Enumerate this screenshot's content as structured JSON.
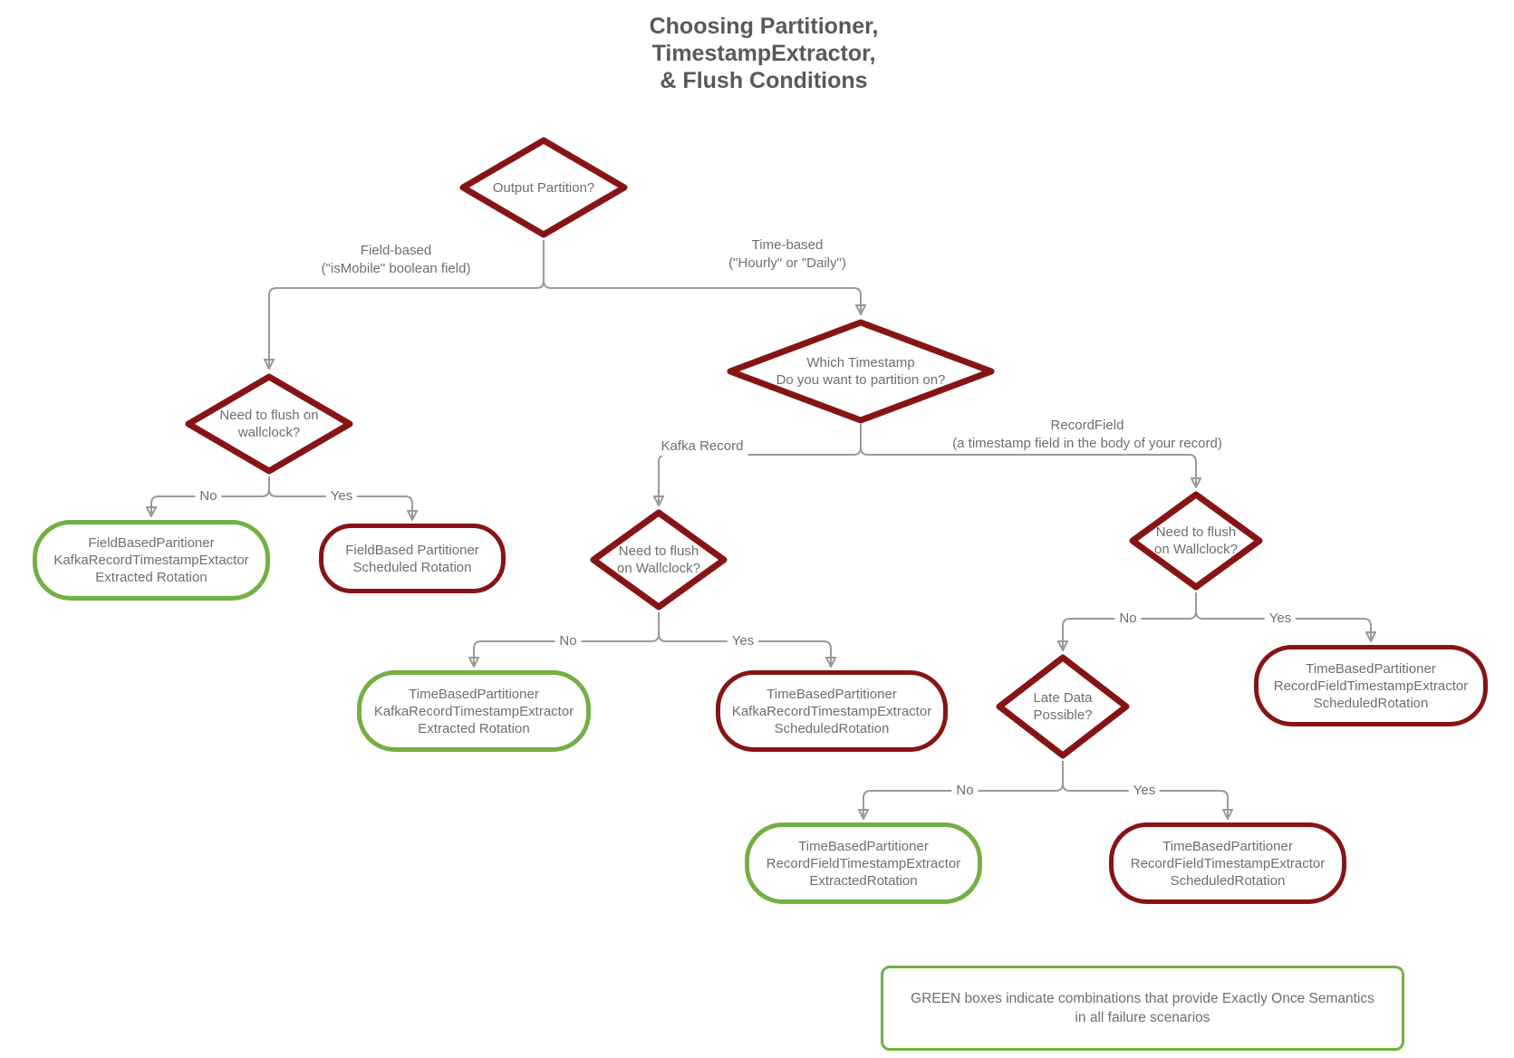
{
  "title": {
    "lines": [
      "Choosing Partitioner,",
      "TimestampExtractor,",
      "& Flush Conditions"
    ]
  },
  "decisions": {
    "output_partition": {
      "lines": [
        "Output Partition?"
      ]
    },
    "need_flush_field": {
      "lines": [
        "Need to flush on",
        "wallclock?"
      ]
    },
    "which_timestamp": {
      "lines": [
        "Which Timestamp",
        "Do you want to partition on?"
      ]
    },
    "need_flush_kafka": {
      "lines": [
        "Need to flush",
        "on Wallclock?"
      ]
    },
    "need_flush_record": {
      "lines": [
        "Need to flush",
        "on Wallclock?"
      ]
    },
    "late_data": {
      "lines": [
        "Late Data",
        "Possible?"
      ]
    }
  },
  "branch_labels": {
    "field_based": {
      "lines": [
        "Field-based",
        "(\"isMobile\" boolean field)"
      ]
    },
    "time_based": {
      "lines": [
        "Time-based",
        "(\"Hourly\" or \"Daily\")"
      ]
    },
    "kafka_record": {
      "lines": [
        "Kafka Record"
      ]
    },
    "record_field": {
      "lines": [
        "RecordField",
        "(a timestamp field in the body of your record)"
      ]
    },
    "no": "No",
    "yes": "Yes"
  },
  "results": {
    "field_no": {
      "color": "green",
      "lines": [
        "FieldBasedParitioner",
        "KafkaRecordTimestampExtactor",
        "Extracted Rotation"
      ]
    },
    "field_yes": {
      "color": "red",
      "lines": [
        "FieldBased Partitioner",
        "Scheduled Rotation"
      ]
    },
    "kafka_no": {
      "color": "green",
      "lines": [
        "TimeBasedPartitioner",
        "KafkaRecordTimestampExtractor",
        "Extracted Rotation"
      ]
    },
    "kafka_yes": {
      "color": "red",
      "lines": [
        "TimeBasedPartitioner",
        "KafkaRecordTimestampExtractor",
        "ScheduledRotation"
      ]
    },
    "record_yes": {
      "color": "red",
      "lines": [
        "TimeBasedPartitioner",
        "RecordFieldTimestampExtractor",
        "ScheduledRotation"
      ]
    },
    "late_no": {
      "color": "green",
      "lines": [
        "TimeBasedPartitioner",
        "RecordFieldTimestampExtractor",
        "ExtractedRotation"
      ]
    },
    "late_yes": {
      "color": "red",
      "lines": [
        "TimeBasedPartitioner",
        "RecordFieldTimestampExtractor",
        "ScheduledRotation"
      ]
    }
  },
  "legend": {
    "lines": [
      "GREEN boxes indicate combinations that provide Exactly Once Semantics",
      "in all failure scenarios"
    ]
  },
  "colors": {
    "decision_border": "#871414",
    "eos_green": "#73b043",
    "non_eos_red": "#871414",
    "connector": "#9a9a9a",
    "node_text": "#6e6e6e",
    "title_text": "#595959"
  }
}
